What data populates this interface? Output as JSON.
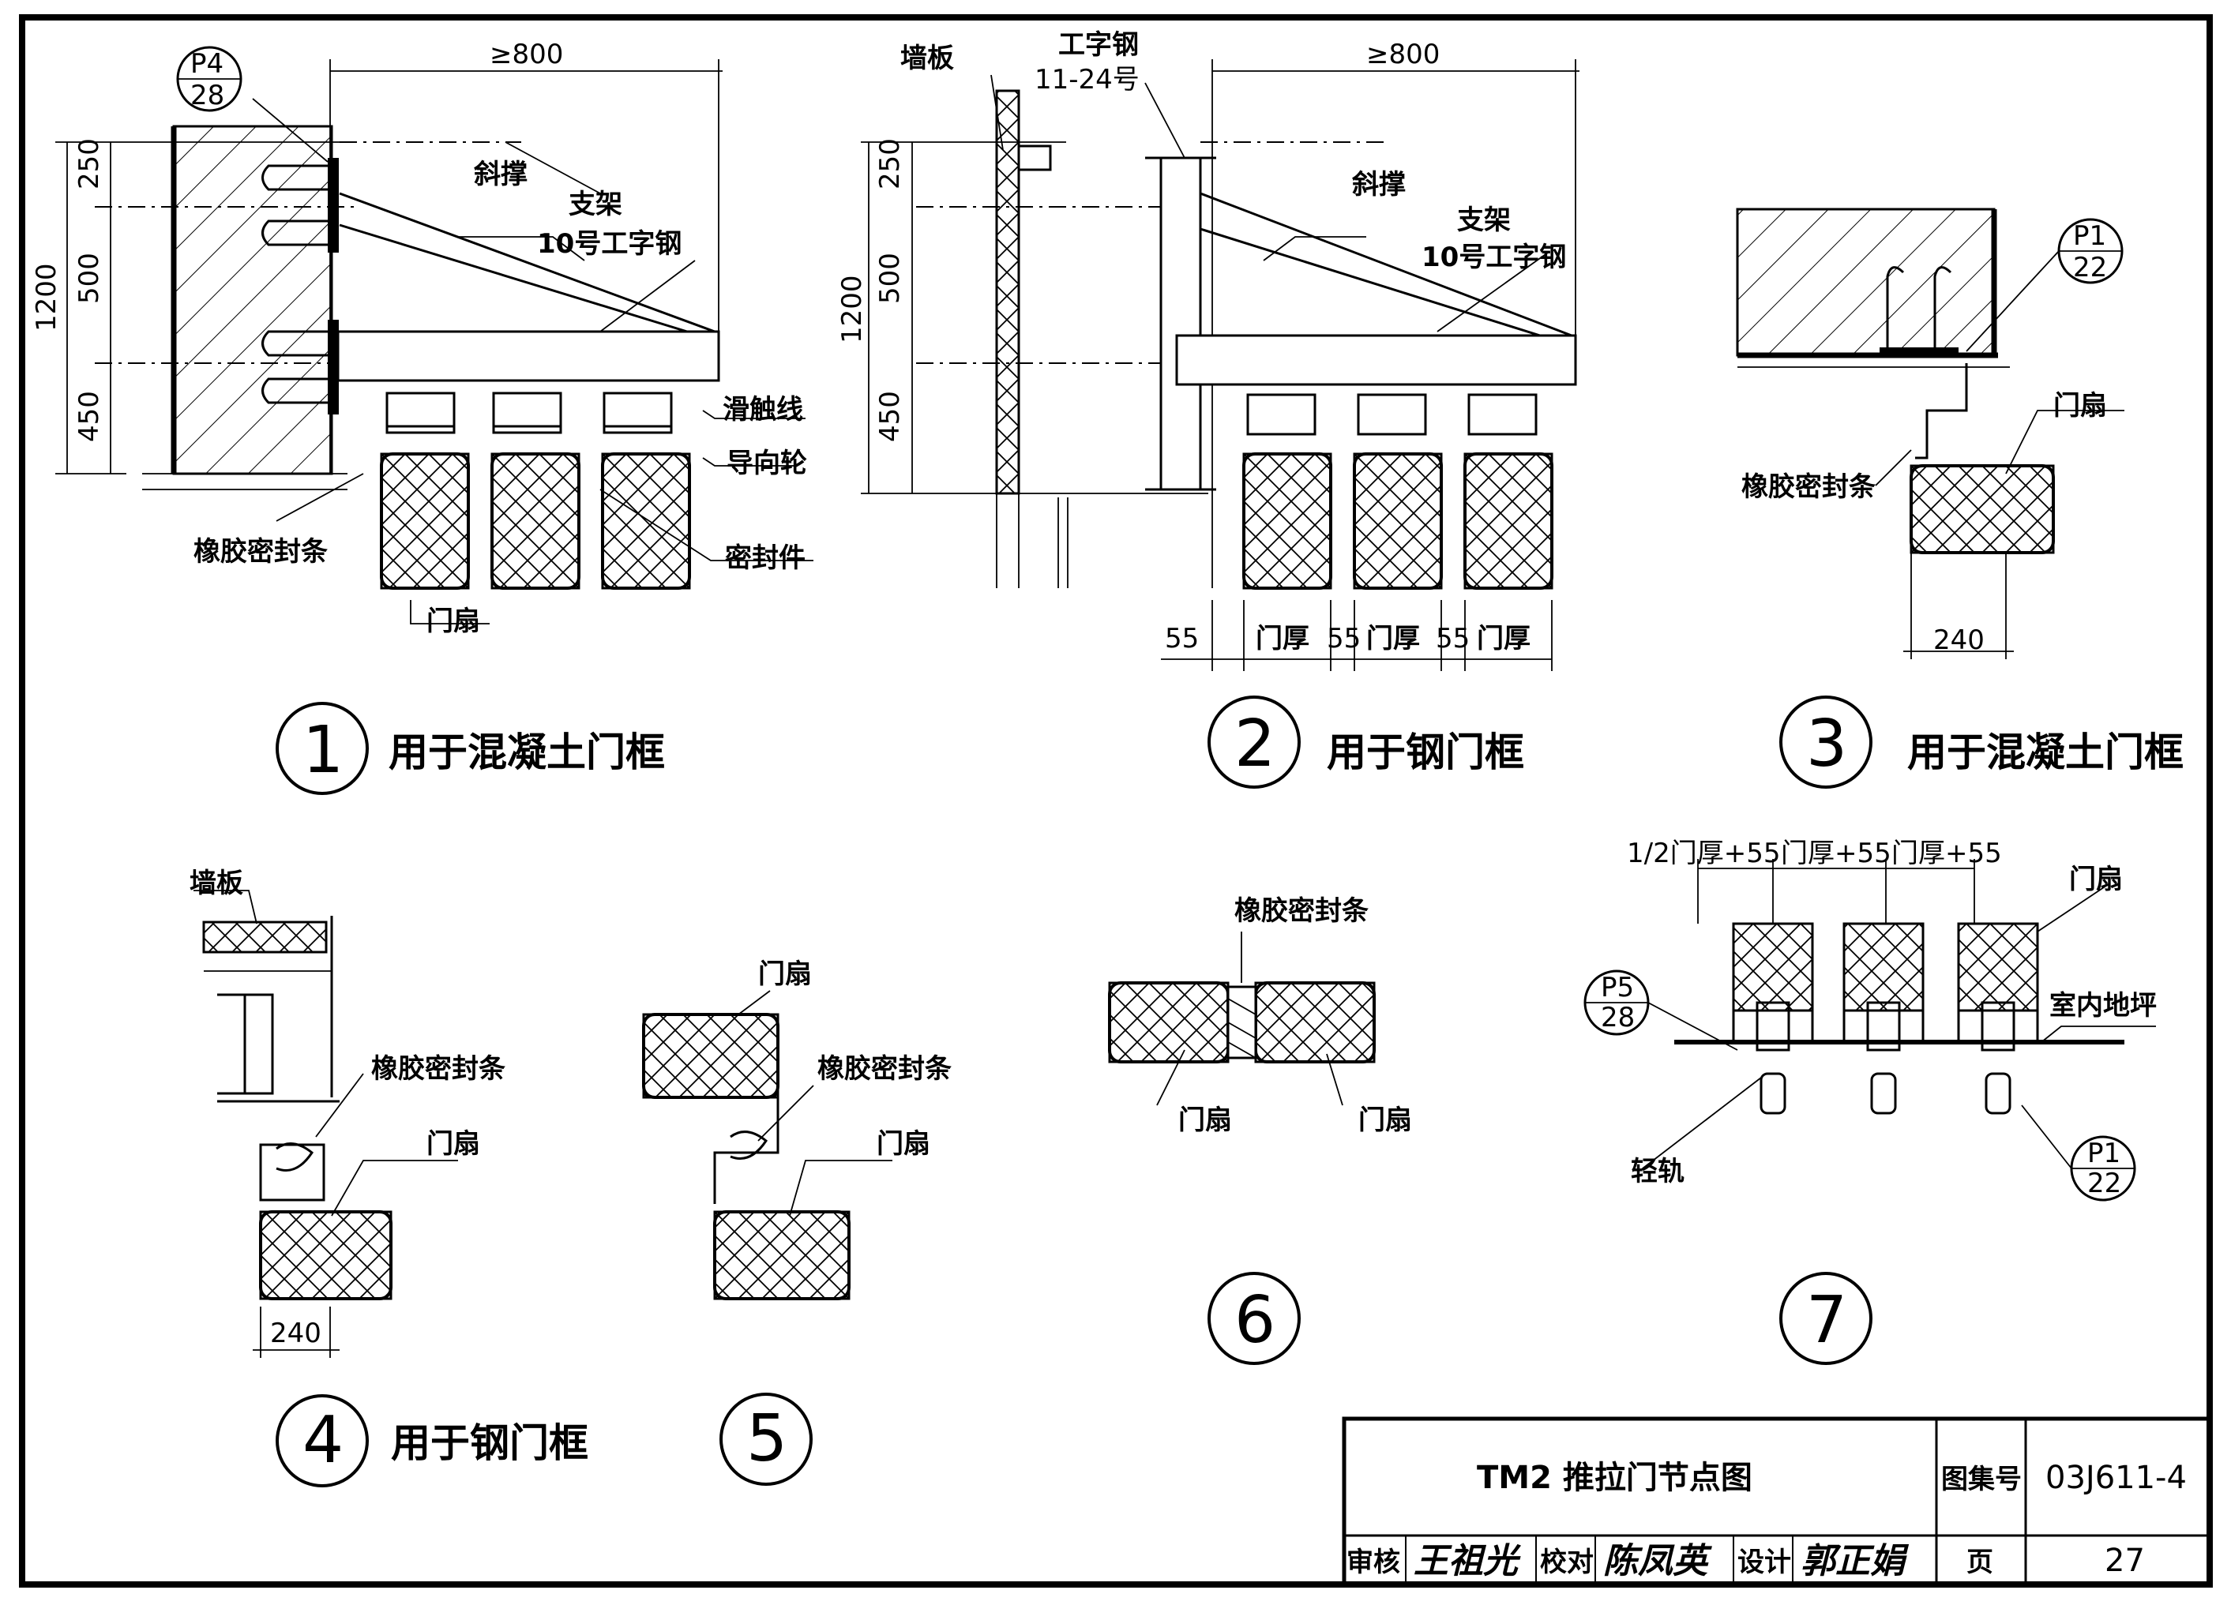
{
  "details": {
    "d1": {
      "dim_top": "≥800",
      "dims_v": [
        "250",
        "500",
        "450"
      ],
      "dim_total": "1200",
      "ref_top": "P4",
      "ref_bottom": "28",
      "brace": "斜撑",
      "bracket": "支架",
      "beam": "10号工字钢",
      "trolley": "滑触线",
      "guide_wheel": "导向轮",
      "rubber_seal": "橡胶密封条",
      "seal_part": "密封件",
      "door_leaf": "门扇",
      "number": "1",
      "caption": "用于混凝土门框"
    },
    "d2": {
      "dim_top": "≥800",
      "dims_v": [
        "250",
        "500",
        "450"
      ],
      "dim_total": "1200",
      "wall_panel": "墙板",
      "ibeam": "工字钢",
      "ibeam_size": "11-24号",
      "brace": "斜撑",
      "bracket": "支架",
      "beam": "10号工字钢",
      "dims_h": [
        "55",
        "门厚",
        "55",
        "门厚",
        "55",
        "门厚"
      ],
      "number": "2",
      "caption": "用于钢门框"
    },
    "d3": {
      "ref_top": "P1",
      "ref_bottom": "22",
      "door_leaf": "门扇",
      "rubber_seal": "橡胶密封条",
      "dim": "240",
      "number": "3",
      "caption": "用于混凝土门框"
    },
    "d4": {
      "wall_panel": "墙板",
      "rubber_seal": "橡胶密封条",
      "door_leaf": "门扇",
      "dim": "240",
      "number": "4",
      "caption": "用于钢门框"
    },
    "d5": {
      "door_leaf_top": "门扇",
      "rubber_seal": "橡胶密封条",
      "door_leaf": "门扇",
      "number": "5"
    },
    "d6": {
      "rubber_seal": "橡胶密封条",
      "door_leaf_left": "门扇",
      "door_leaf_right": "门扇",
      "number": "6"
    },
    "d7": {
      "dims": [
        "1/2门厚+55",
        "门厚+55",
        "门厚+55"
      ],
      "door_leaf": "门扇",
      "floor": "室内地坪",
      "ref_a_top": "P5",
      "ref_a_bottom": "28",
      "ref_b_top": "P1",
      "ref_b_bottom": "22",
      "rail": "轻轨",
      "number": "7"
    }
  },
  "title_block": {
    "title": "TM2 推拉门节点图",
    "atlas_label": "图集号",
    "atlas_no": "03J611-4",
    "review_label": "审核",
    "review_sig": "王祖光",
    "check_label": "校对",
    "check_sig": "陈凤英",
    "design_label": "设计",
    "design_sig": "郭正娟",
    "page_label": "页",
    "page_no": "27"
  }
}
